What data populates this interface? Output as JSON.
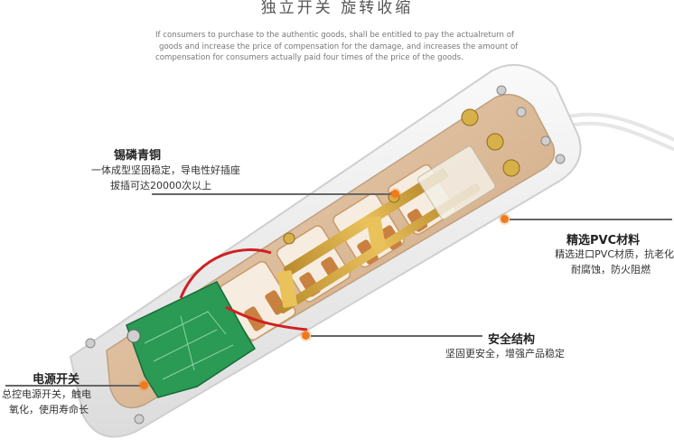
{
  "header": {
    "title": "独立开关 旋转收缩",
    "disclaimer": [
      "If consumers to purchase to the authentic goods, shall be entitled to pay the actualreturn of",
      "goods and increase the price of compensation for the damage, and increases the amount of",
      "compensation for consumers actually paid four times of the price of the goods."
    ]
  },
  "callouts": {
    "copper": {
      "heading": "锡磷青铜",
      "lines": [
        "一体成型坚固稳定，导电性好插座",
        "拔插可达20000次以上"
      ]
    },
    "pvc": {
      "heading": "精选PVC材料",
      "lines": [
        "精选进口PVC材质，抗老化",
        "耐腐蚀，防火阻燃"
      ]
    },
    "safety": {
      "heading": "安全结构",
      "lines": [
        "坚固更安全，增强产品稳定"
      ]
    },
    "switch": {
      "heading": "电源开关",
      "lines": [
        "总控电源开关，触电",
        "氧化，使用寿命长"
      ]
    }
  },
  "colors": {
    "accent": "#f07a1a",
    "leader": "#666666",
    "shell": "#f3f3f3",
    "copper": "#c98a4a",
    "pcb": "#1f8a4a"
  }
}
